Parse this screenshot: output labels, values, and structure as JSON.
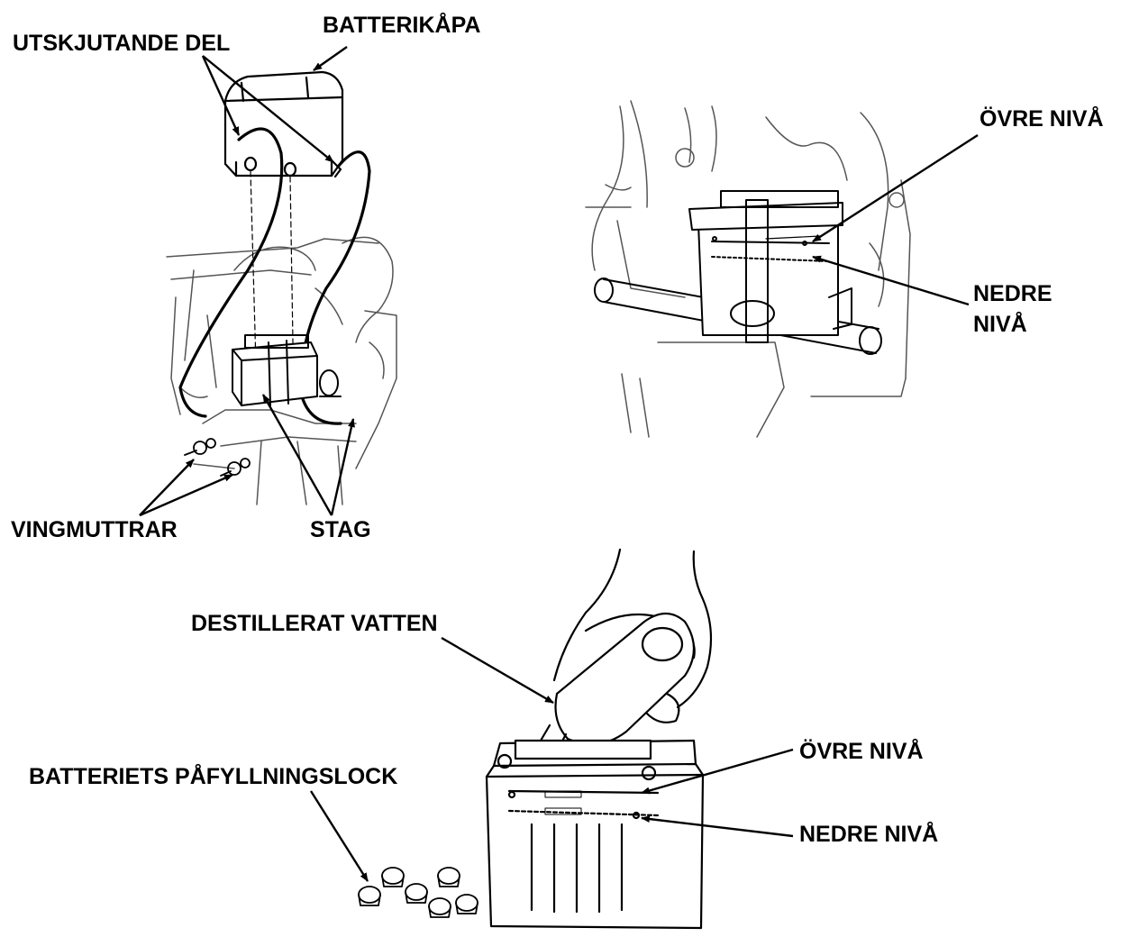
{
  "panels": {
    "cover_removal": {
      "labels": {
        "protruding_part": "UTSKJUTANDE DEL",
        "battery_cover": "BATTERIKÅPA",
        "wing_nuts": "VINGMUTTRAR",
        "stays": "STAG"
      }
    },
    "level_view": {
      "labels": {
        "upper_level": "ÖVRE NIVÅ",
        "lower_level_line1": "NEDRE",
        "lower_level_line2": "NIVÅ"
      }
    },
    "refill": {
      "labels": {
        "distilled_water": "DESTILLERAT VATTEN",
        "upper_level": "ÖVRE NIVÅ",
        "lower_level": "NEDRE NIVÅ",
        "filler_caps": "BATTERIETS PÅFYLLNINGSLOCK"
      }
    }
  }
}
